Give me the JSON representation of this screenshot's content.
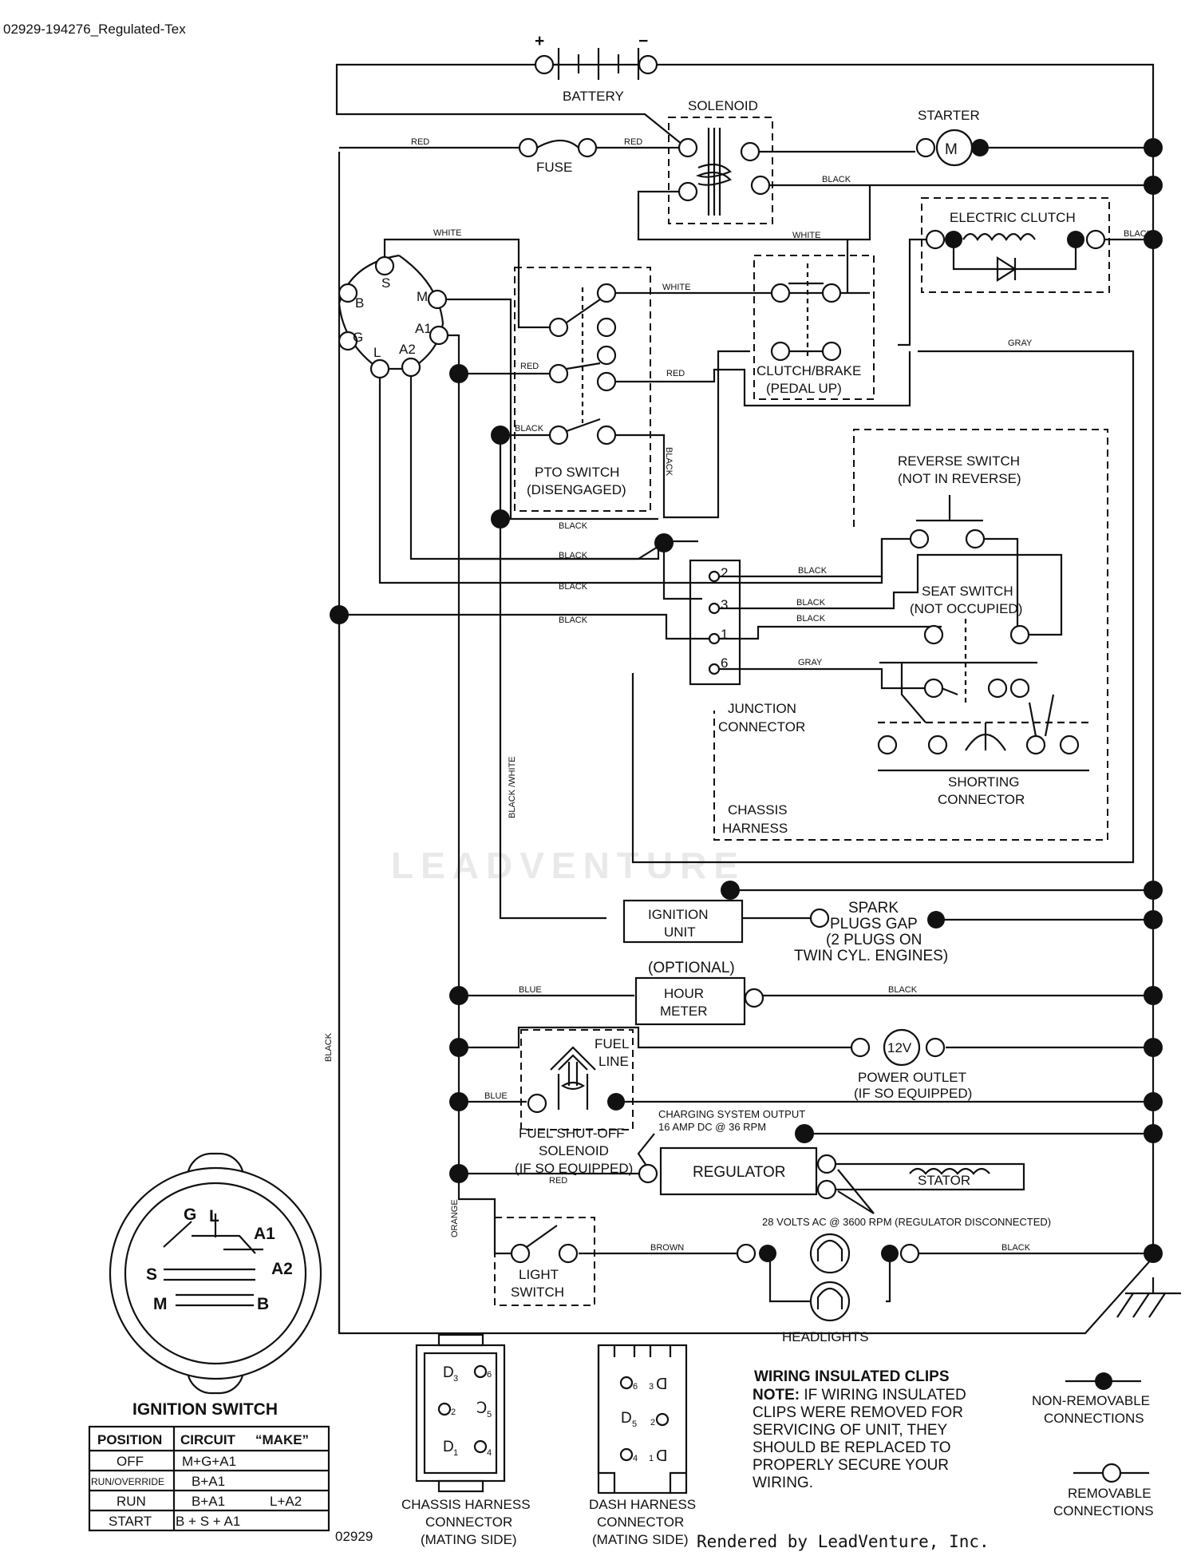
{
  "header": {
    "id": "02929-194276_Regulated-Tex"
  },
  "watermark": "LEADVENTURE",
  "footer": {
    "code": "02929",
    "rendered_by": "Rendered by LeadVenture, Inc."
  },
  "components": {
    "battery": "BATTERY",
    "battery_pos": "+",
    "battery_neg": "−",
    "solenoid": "SOLENOID",
    "starter": "STARTER",
    "starter_m": "M",
    "fuse": "FUSE",
    "electric_clutch": "ELECTRIC CLUTCH",
    "pto_switch": [
      "PTO SWITCH",
      "(DISENGAGED)"
    ],
    "clutch_brake": [
      "CLUTCH/BRAKE",
      "(PEDAL UP)"
    ],
    "reverse_switch": [
      "REVERSE SWITCH",
      "(NOT IN REVERSE)"
    ],
    "seat_switch": [
      "SEAT SWITCH",
      "(NOT OCCUPIED)"
    ],
    "junction_connector": [
      "JUNCTION",
      "CONNECTOR"
    ],
    "shorting_connector": [
      "SHORTING",
      "CONNECTOR"
    ],
    "chassis_harness": [
      "CHASSIS",
      "HARNESS"
    ],
    "ignition_unit": [
      "IGNITION",
      "UNIT"
    ],
    "spark_plugs": [
      "SPARK",
      "PLUGS GAP",
      "(2 PLUGS ON",
      "TWIN CYL. ENGINES)"
    ],
    "optional": "(OPTIONAL)",
    "hour_meter": [
      "HOUR",
      "METER"
    ],
    "fuel_line": [
      "FUEL",
      "LINE"
    ],
    "power_outlet": [
      "POWER OUTLET",
      "(IF SO EQUIPPED)"
    ],
    "power_outlet_12v": "12V",
    "fuel_shutoff": [
      "FUEL SHUT-OFF",
      "SOLENOID",
      "(IF SO EQUIPPED)"
    ],
    "charging_output": [
      "CHARGING SYSTEM OUTPUT",
      "16 AMP DC @ 36 RPM"
    ],
    "regulator": "REGULATOR",
    "stator": "STATOR",
    "stator_volts": "28 VOLTS AC @ 3600 RPM (REGULATOR DISCONNECTED)",
    "light_switch": [
      "LIGHT",
      "SWITCH"
    ],
    "headlights": "HEADLIGHTS",
    "ignition_terminals": [
      "B",
      "S",
      "M",
      "A1",
      "G",
      "L",
      "A2"
    ],
    "junction_pins": [
      "2",
      "3",
      "1",
      "6"
    ]
  },
  "wire_colors": {
    "red": "RED",
    "white": "WHITE",
    "black": "BLACK",
    "gray": "GRAY",
    "blue": "BLUE",
    "orange": "ORANGE",
    "brown": "BROWN",
    "black_white": "BLACK /WHITE"
  },
  "ignition_switch": {
    "title": "IGNITION SWITCH",
    "face_labels": [
      "G",
      "L",
      "A1",
      "A2",
      "S",
      "M",
      "B"
    ],
    "table": {
      "headers": [
        "POSITION",
        "CIRCUIT",
        "“MAKE”"
      ],
      "rows": [
        [
          "OFF",
          "M+G+A1",
          ""
        ],
        [
          "RUN/OVERRIDE",
          "B+A1",
          ""
        ],
        [
          "RUN",
          "B+A1",
          "L+A2"
        ],
        [
          "START",
          "B + S + A1",
          ""
        ]
      ]
    }
  },
  "connectors": {
    "chassis": [
      "CHASSIS HARNESS",
      "CONNECTOR",
      "(MATING SIDE)"
    ],
    "chassis_pins": [
      "3",
      "6",
      "2",
      "5",
      "1",
      "4"
    ],
    "dash": [
      "DASH HARNESS",
      "CONNECTOR",
      "(MATING SIDE)"
    ],
    "dash_pins": [
      "6",
      "3",
      "5",
      "2",
      "4",
      "1"
    ]
  },
  "notes": {
    "title": "WIRING INSULATED CLIPS",
    "lead": "NOTE:",
    "lines": [
      " IF WIRING INSULATED",
      "CLIPS WERE REMOVED FOR",
      "SERVICING OF UNIT, THEY",
      "SHOULD BE REPLACED TO",
      "PROPERLY SECURE YOUR",
      " WIRING."
    ]
  },
  "legend": {
    "non_removable": [
      "NON-REMOVABLE",
      "CONNECTIONS"
    ],
    "removable": [
      "REMOVABLE",
      "CONNECTIONS"
    ]
  }
}
